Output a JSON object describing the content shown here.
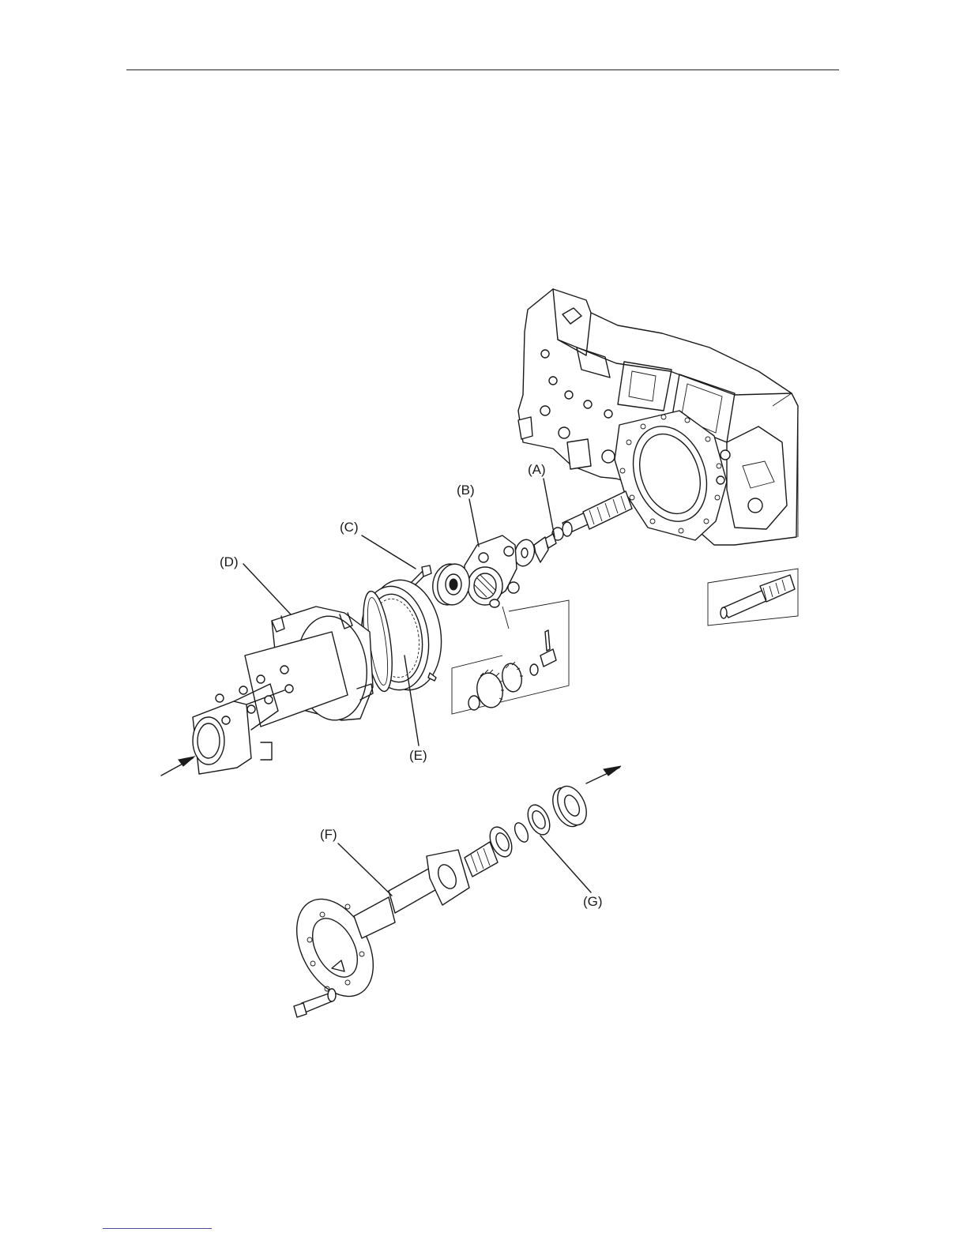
{
  "figure": {
    "callouts": [
      {
        "id": "A",
        "label": "(A)"
      },
      {
        "id": "B",
        "label": "(B)"
      },
      {
        "id": "C",
        "label": "(C)"
      },
      {
        "id": "D",
        "label": "(D)"
      },
      {
        "id": "E",
        "label": "(E)"
      },
      {
        "id": "F",
        "label": "(F)"
      },
      {
        "id": "G",
        "label": "(G)"
      }
    ]
  }
}
